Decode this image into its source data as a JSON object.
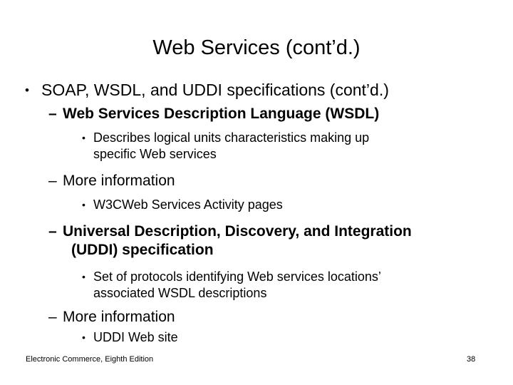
{
  "slide": {
    "title": "Web Services (cont’d.)",
    "background_color": "#FFFFFF",
    "text_color": "#000000"
  },
  "bullets": {
    "level1_marker": "•",
    "level2_marker": "–",
    "level3_marker": "•"
  },
  "content": {
    "item1": {
      "level": 1,
      "text": "SOAP, WSDL, and UDDI specifications (cont’d.)"
    },
    "item2": {
      "level": 2,
      "bold": true,
      "text": "Web Services Description Language (WSDL)"
    },
    "item3": {
      "level": 3,
      "line1": "Describes logical units characteristics making up",
      "line2": "specific Web services"
    },
    "item4": {
      "level": 2,
      "bold": false,
      "text": "More information"
    },
    "item5": {
      "level": 3,
      "line1": "W3CWeb Services Activity pages"
    },
    "item6": {
      "level": 2,
      "bold": true,
      "line1": "Universal Description, Discovery, and Integration",
      "line2": "(UDDI) specification"
    },
    "item7": {
      "level": 3,
      "line1": "Set of protocols identifying Web services locations’",
      "line2": "associated WSDL descriptions"
    },
    "item8": {
      "level": 2,
      "bold": false,
      "text": "More information"
    },
    "item9": {
      "level": 3,
      "line1": "UDDI Web site"
    }
  },
  "footer": {
    "source": "Electronic Commerce, Eighth Edition",
    "page_number": "38"
  }
}
